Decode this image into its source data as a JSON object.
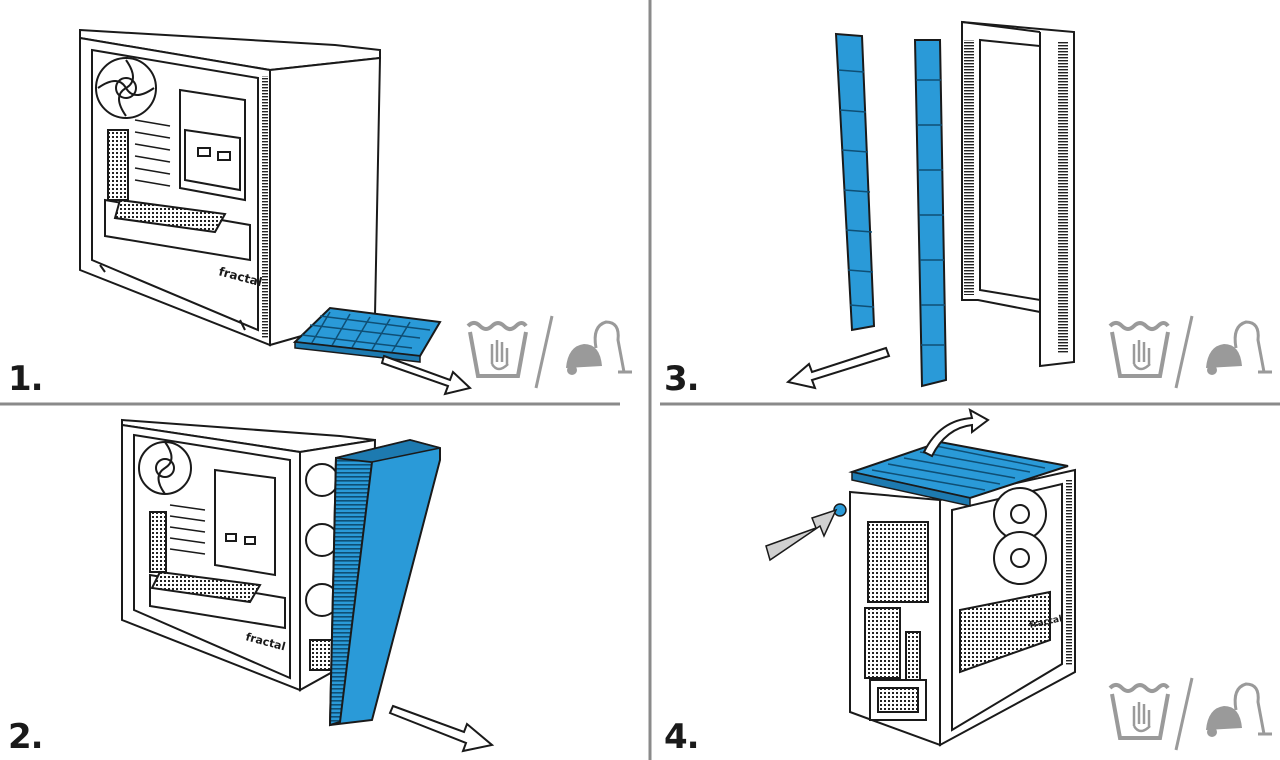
{
  "colors": {
    "accent": "#2a9ad8",
    "line": "#1a1a1a",
    "divider": "#8a8a8a",
    "icon": "#9a9a9a",
    "case_fill": "#ffffff"
  },
  "steps": [
    {
      "label": "1.",
      "description": "pull out bottom dust filter"
    },
    {
      "label": "2.",
      "description": "remove front panel"
    },
    {
      "label": "3.",
      "description": "front filter strips removed"
    },
    {
      "label": "4.",
      "description": "press button and lift top filter"
    }
  ],
  "icons": {
    "wash": "hand-wash-icon",
    "vacuum": "vacuum-cleaner-icon",
    "arrow": "arrow-icon"
  }
}
